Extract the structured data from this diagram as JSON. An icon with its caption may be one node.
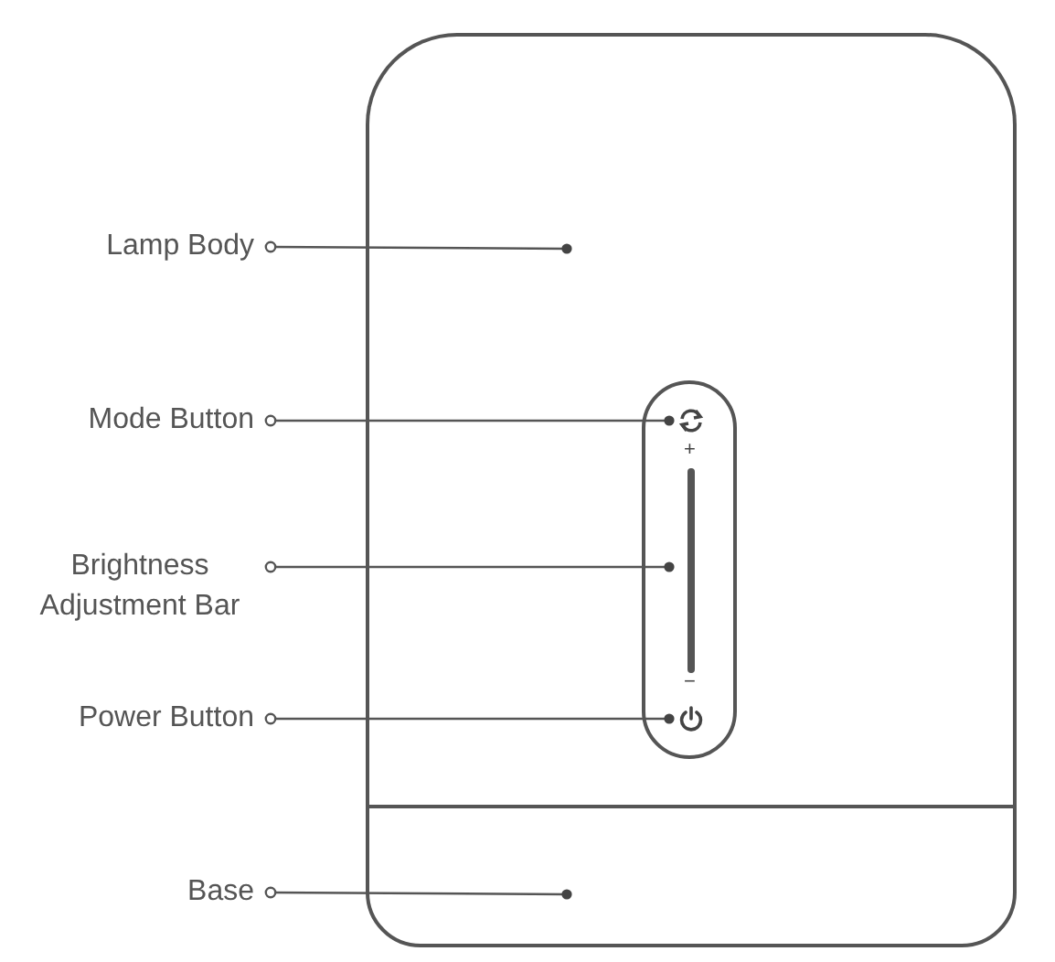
{
  "diagram": {
    "nodes": [
      {
        "text": [
          "Lamp Body"
        ]
      },
      {
        "text": [
          "Mode Button"
        ]
      },
      {
        "text": [
          "Brightness Adjustment Bar"
        ]
      },
      {
        "text": [
          "Power Button"
        ]
      },
      {
        "text": [
          "Base"
        ]
      },
      {
        "text": [],
        "shape": "box"
      },
      {
        "text": [],
        "shape": "circle",
        "in": 5
      },
      {
        "text": [],
        "shape": "bar",
        "in": 5
      },
      {
        "text": [],
        "shape": "circle",
        "in": 5
      },
      {
        "text": [],
        "shape": "box"
      }
    ],
    "edges": [
      {
        "from": 0,
        "to": 5,
        "arrow": "other"
      },
      {
        "from": 1,
        "to": 6,
        "arrow": "other"
      },
      {
        "from": 2,
        "to": 7,
        "arrow": "other"
      },
      {
        "from": 3,
        "to": 8,
        "arrow": "other"
      },
      {
        "from": 4,
        "to": 9,
        "arrow": "other"
      }
    ],
    "labels": [
      "+",
      "−"
    ]
  }
}
